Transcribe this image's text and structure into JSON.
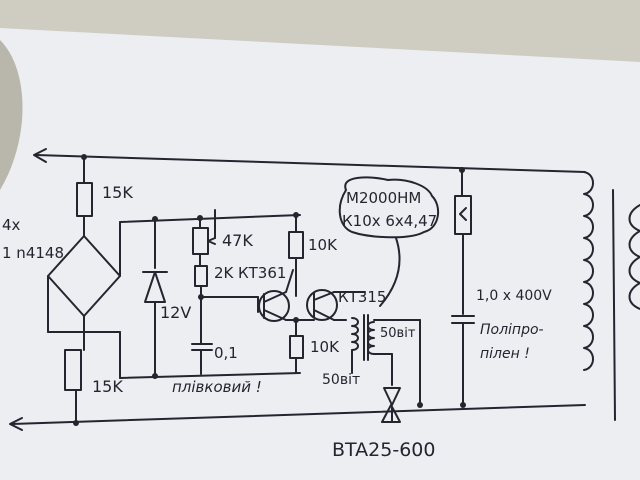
{
  "labels": {
    "r_top": "15K",
    "diode_count": "4x",
    "diode_type": "1 n4148",
    "r_bottom": "15K",
    "zener": "12V",
    "trimmer": "47K",
    "r_2k": "2K",
    "cap_small": "0,1",
    "cap_note": "плівковий !",
    "r_10k_top": "10K",
    "r_10k_bottom": "10K",
    "t1": "КТ361",
    "t2": "КТ315",
    "core_line1": "М2000НМ",
    "core_line2": "К10x 6x4,47",
    "winding_left": "50віт",
    "winding_right": "50віт",
    "triac": "BTA25-600",
    "cap_big": "1,0 x 400V",
    "cap_big_type1": "Поліпро-",
    "cap_big_type2": "пілен !"
  },
  "colors": {
    "ink": "#23262f",
    "paper": "#eef0f3",
    "shadow": "#c9c7bd"
  }
}
